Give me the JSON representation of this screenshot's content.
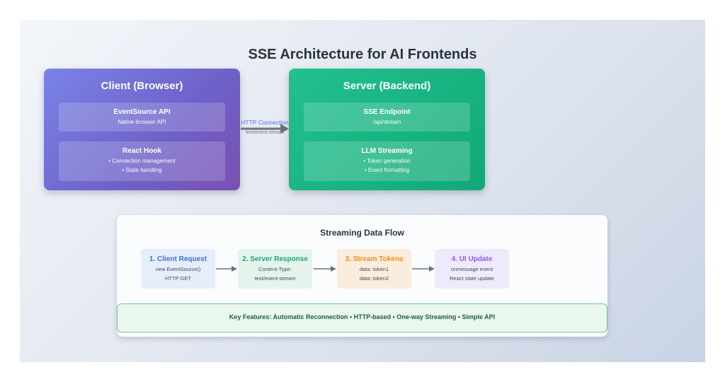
{
  "title": "SSE Architecture for AI Frontends",
  "client": {
    "title": "Client (Browser)",
    "eventsource": {
      "title": "EventSource API",
      "desc": "Native browser API"
    },
    "hook": {
      "title": "React Hook",
      "line1": "• Connection management",
      "line2": "• State handling"
    }
  },
  "server": {
    "title": "Server (Backend)",
    "endpoint": {
      "title": "SSE Endpoint",
      "desc": "/api/stream"
    },
    "llm": {
      "title": "LLM Streaming",
      "line1": "• Token generation",
      "line2": "• Event formatting"
    }
  },
  "connection": {
    "label": "HTTP Connection",
    "sub": "text/event-stream"
  },
  "flow": {
    "title": "Streaming Data Flow",
    "steps": [
      {
        "title": "1. Client Request",
        "line1": "new EventSource()",
        "line2": "HTTP GET"
      },
      {
        "title": "2. Server Response",
        "line1": "Content-Type:",
        "line2": "text/event-stream"
      },
      {
        "title": "3. Stream Tokens",
        "line1": "data: token1",
        "line2": "data: token2"
      },
      {
        "title": "4. UI Update",
        "line1": "onmessage event",
        "line2": "React state update"
      }
    ],
    "features": "Key Features: Automatic Reconnection • HTTP-based • One-way Streaming • Simple API"
  },
  "colors": {
    "client": "#6e61c8",
    "server": "#12a877",
    "step1": "#3b6fe0",
    "step2": "#22a36e",
    "step3": "#ef8e1e",
    "step4": "#8b5cf6"
  }
}
